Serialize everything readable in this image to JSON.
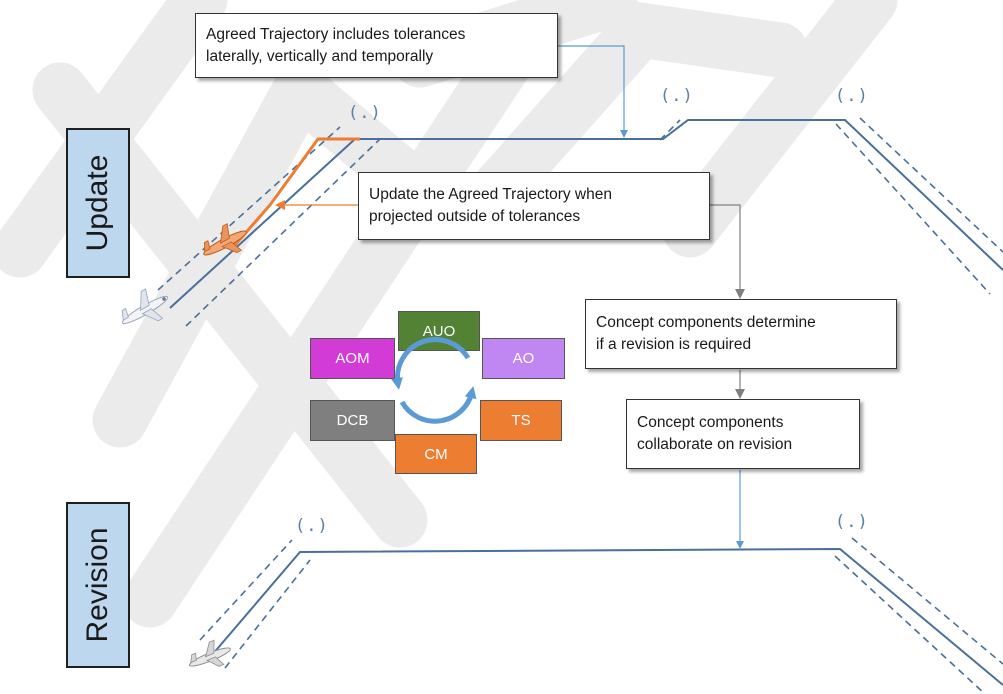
{
  "callouts": {
    "agreed_trajectory": [
      "Agreed Trajectory includes tolerances",
      "laterally, vertically and temporally"
    ],
    "update_trajectory": [
      "Update the Agreed Trajectory when",
      "projected outside of tolerances"
    ],
    "determine_revision": [
      "Concept components determine",
      "if a revision is required"
    ],
    "collaborate_revision": [
      "Concept components",
      "collaborate on revision"
    ]
  },
  "phases": {
    "update": "Update",
    "revision": "Revision"
  },
  "components": [
    {
      "label": "AUO",
      "color": "#548235"
    },
    {
      "label": "AOM",
      "color": "#d23bd6"
    },
    {
      "label": "AO",
      "color": "#c087f2"
    },
    {
      "label": "DCB",
      "color": "#7f7f7f"
    },
    {
      "label": "TS",
      "color": "#ed7d31"
    },
    {
      "label": "CM",
      "color": "#ed7d31"
    }
  ],
  "waypoint_marker": "(.)",
  "colors": {
    "trajectory": "#4a6f9a",
    "tolerance": "#4a6f9a",
    "updated_path": "#ed7d31",
    "connector_blue": "#5b9bd5",
    "connector_gray": "#7f7f7f",
    "watermark": "#ebebeb",
    "phase_label_bg": "#bdd7ee"
  },
  "icons": [
    "airplane-icon",
    "cycle-arrows-icon"
  ]
}
